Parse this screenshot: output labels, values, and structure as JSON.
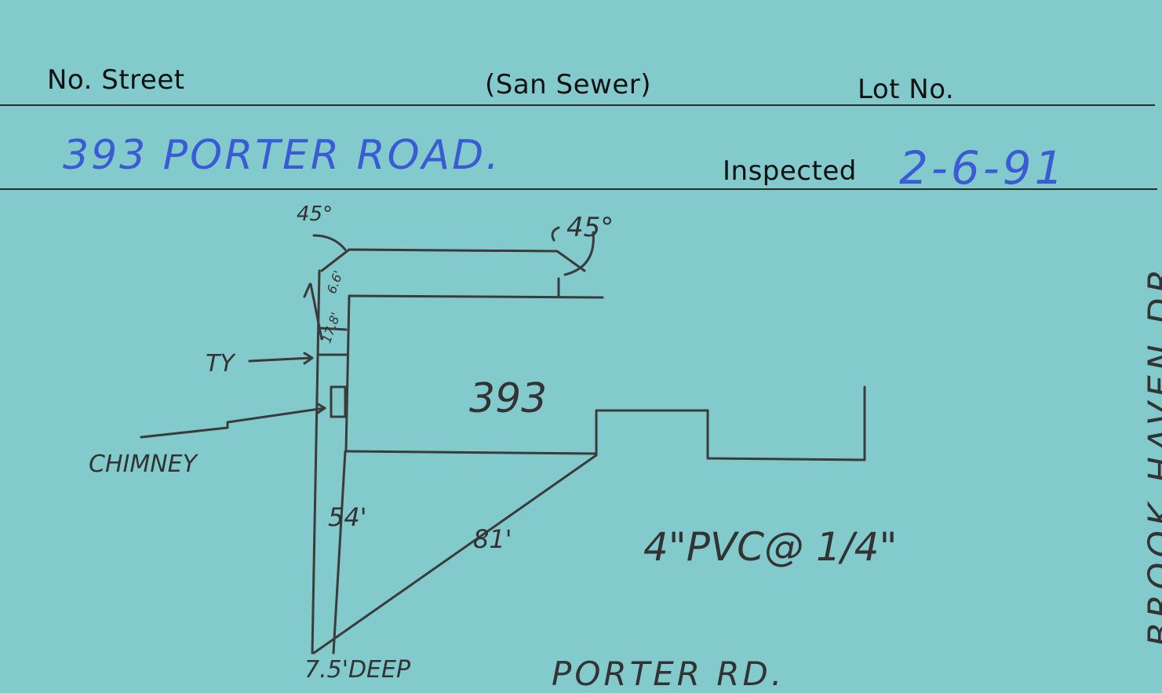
{
  "header": {
    "no_street_label": "No. Street",
    "san_sewer_label": "(San Sewer)",
    "lot_no_label": "Lot No.",
    "inspected_label": "Inspected"
  },
  "entry": {
    "address": "393  PORTER  ROAD.",
    "inspected_date": "2-6-91"
  },
  "sketch": {
    "angle_top_left": "45°",
    "angle_top_right": "45°",
    "len_short_a": "6.6'",
    "len_short_b": "17.8'",
    "ty_label": "TY",
    "chimney_label": "CHIMNEY",
    "house_number": "393",
    "len_54": "54'",
    "len_81": "81'",
    "pipe_spec": "4\"PVC@ 1/4\"",
    "depth_label": "7.5'DEEP",
    "street_bottom": "PORTER  RD.",
    "street_right": "BROOK HAVEN DR."
  },
  "colors": {
    "card": "#83cacd",
    "ink_blue": "#3a5bd4",
    "pencil": "#333333"
  }
}
